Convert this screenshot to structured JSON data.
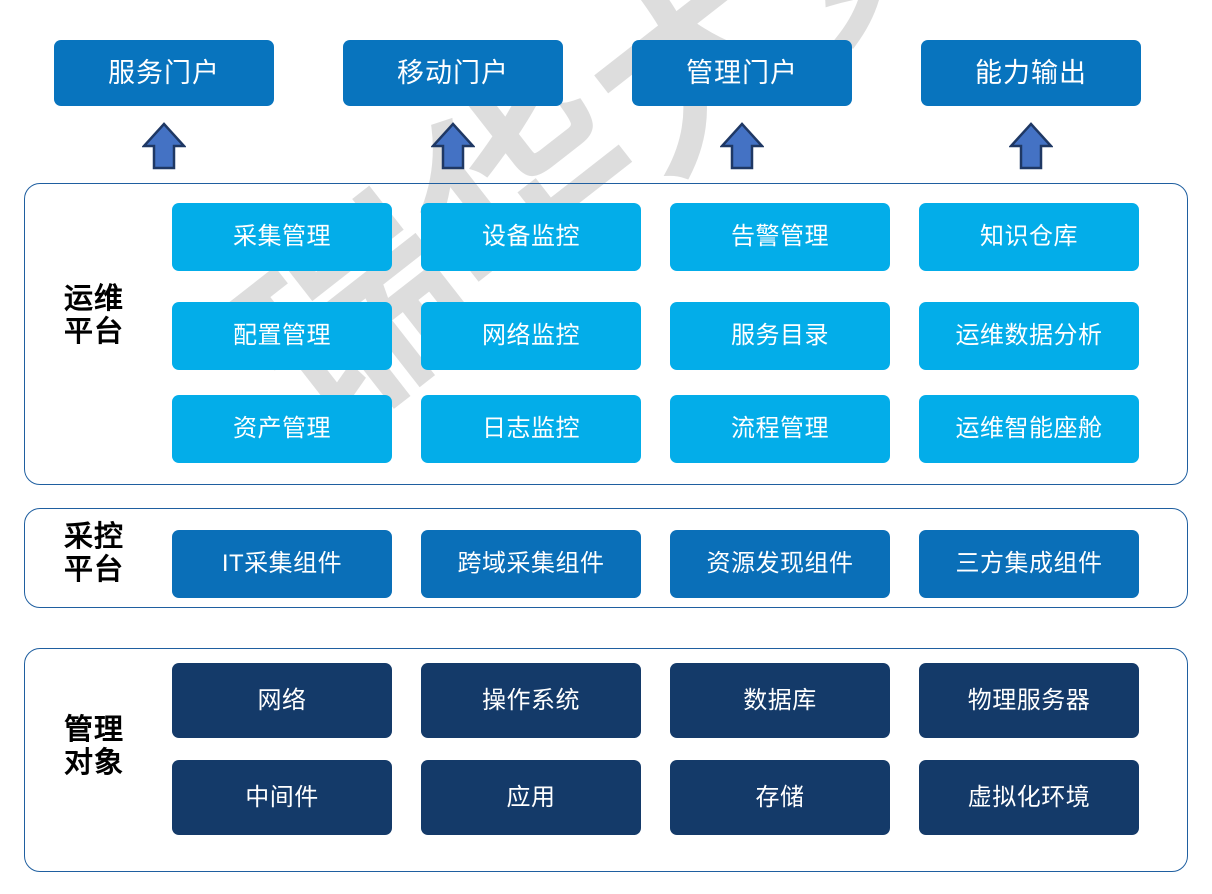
{
  "colors": {
    "portal_blue": "#0874be",
    "tile_cyan": "#03ade9",
    "tile_blue": "#0a6fb8",
    "tile_navy": "#143a69",
    "container_border": "#1f5fa0",
    "arrow_fill": "#4472c4",
    "arrow_stroke": "#1f3864",
    "watermark_gray": "#d8d8d8",
    "label_black": "#000000"
  },
  "watermark": {
    "text": "瑞华大数据"
  },
  "portals": [
    {
      "label": "服务门户"
    },
    {
      "label": "移动门户"
    },
    {
      "label": "管理门户"
    },
    {
      "label": "能力输出"
    }
  ],
  "arrows": [
    {
      "name": "arrow-up-1"
    },
    {
      "name": "arrow-up-2"
    },
    {
      "name": "arrow-up-3"
    },
    {
      "name": "arrow-up-4"
    }
  ],
  "sections": [
    {
      "id": "ops",
      "label_lines": [
        "运维",
        "平台"
      ],
      "tile_style": "cyan",
      "rows": [
        [
          "采集管理",
          "设备监控",
          "告警管理",
          "知识仓库"
        ],
        [
          "配置管理",
          "网络监控",
          "服务目录",
          "运维数据分析"
        ],
        [
          "资产管理",
          "日志监控",
          "流程管理",
          "运维智能座舱"
        ]
      ]
    },
    {
      "id": "coll",
      "label_lines": [
        "采控",
        "平台"
      ],
      "tile_style": "blue",
      "rows": [
        [
          "IT采集组件",
          "跨域采集组件",
          "资源发现组件",
          "三方集成组件"
        ]
      ]
    },
    {
      "id": "obj",
      "label_lines": [
        "管理",
        "对象"
      ],
      "tile_style": "navy",
      "rows": [
        [
          "网络",
          "操作系统",
          "数据库",
          "物理服务器"
        ],
        [
          "中间件",
          "应用",
          "存储",
          "虚拟化环境"
        ]
      ]
    }
  ]
}
